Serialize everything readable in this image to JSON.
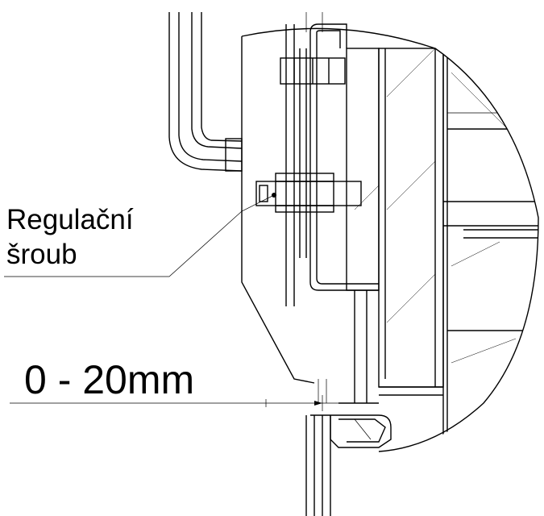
{
  "callout": {
    "line1": "Regulační",
    "line2": "šroub"
  },
  "dimension": {
    "text": "0 - 20mm"
  }
}
